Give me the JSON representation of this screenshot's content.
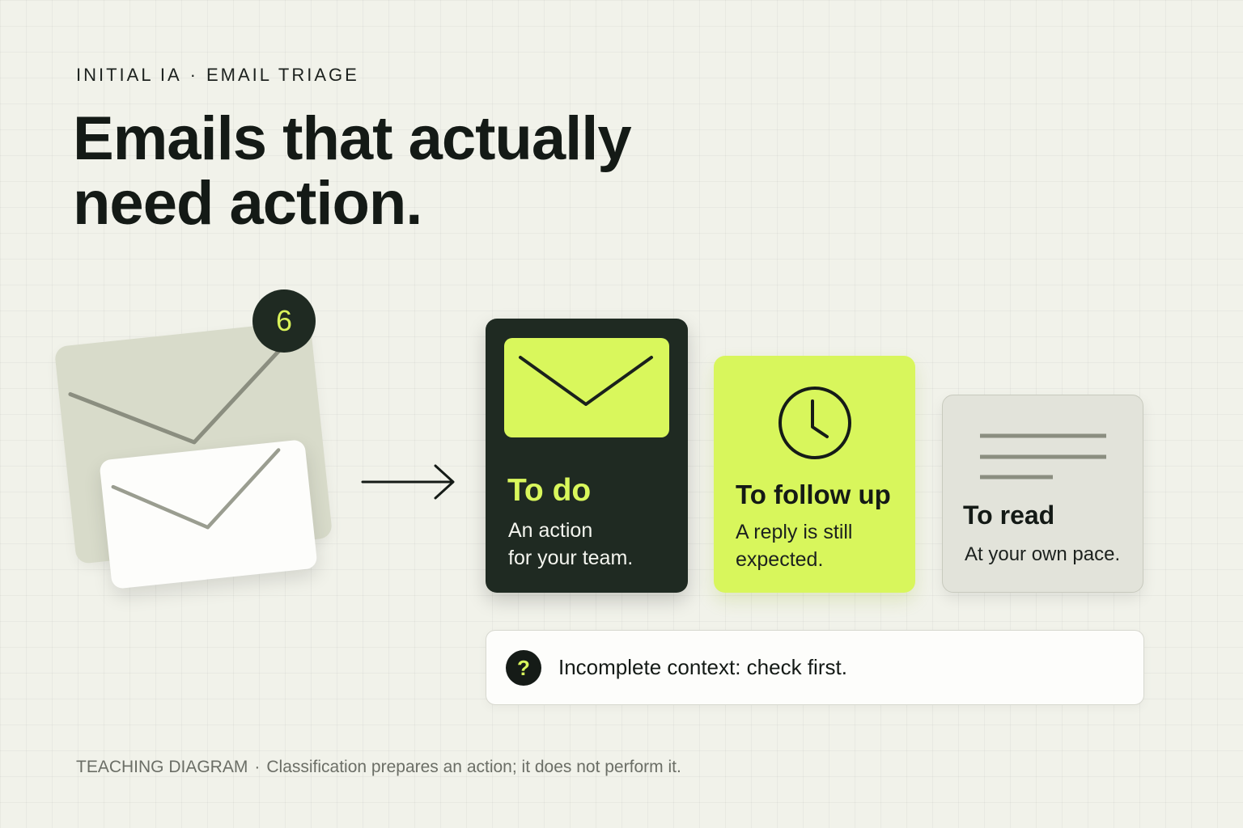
{
  "header": {
    "eyebrow_left": "INITIAL IA",
    "eyebrow_sep": "·",
    "eyebrow_right": "EMAIL TRIAGE",
    "headline_line1": "Emails that actually",
    "headline_line2": "need action."
  },
  "inbox": {
    "count": "6",
    "icon": "envelope-icon"
  },
  "cards": [
    {
      "title": "To do",
      "desc_line1": "An action",
      "desc_line2": "for your team.",
      "icon": "envelope-icon"
    },
    {
      "title": "To follow up",
      "desc_line1": "A reply is still",
      "desc_line2": "expected.",
      "icon": "clock-icon"
    },
    {
      "title": "To read",
      "desc_line1": "At your own pace.",
      "icon": "text-lines-icon"
    }
  ],
  "notice": {
    "icon_glyph": "?",
    "text": "Incomplete context: check first."
  },
  "footer": {
    "label": "TEACHING DIAGRAM",
    "sep": "·",
    "note": "Classification prepares an action; it does not perform it."
  },
  "colors": {
    "accent": "#d9f75c",
    "dark": "#1f2a22",
    "background": "#f1f2ea"
  }
}
